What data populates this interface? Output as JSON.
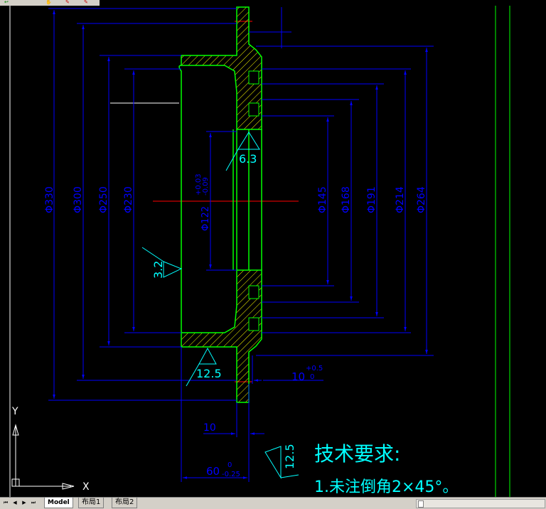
{
  "toolbar": {
    "icons": [
      "arrow-icon",
      "pan-icon",
      "match-icon",
      "match-prop-icon"
    ]
  },
  "tabs": [
    {
      "label": "Model",
      "active": true
    },
    {
      "label": "布局1",
      "active": false
    },
    {
      "label": "布局2",
      "active": false
    }
  ],
  "nav_buttons": [
    "⏮",
    "◀",
    "▶",
    "⏭"
  ],
  "ucs": {
    "x_label": "X",
    "y_label": "Y"
  },
  "dimensions": {
    "d330": "Φ330",
    "d300": "Φ300",
    "d250": "Φ250",
    "d230": "Φ230",
    "d122": "Φ122",
    "d122_tol_upper": "+0.03",
    "d122_tol_lower": "-0.09",
    "d145": "Φ145",
    "d168": "Φ168",
    "d191": "Φ191",
    "d214": "Φ214",
    "d264": "Φ264",
    "len10": "10",
    "len10_tol_upper": "+0.5",
    "len10_tol_lower": "0",
    "len10b": "10",
    "len60": "60",
    "len60_tol_upper": "0",
    "len60_tol_lower": "-0.25"
  },
  "roughness": {
    "r63": "6.3",
    "r32": "3.2",
    "r125a": "12.5",
    "r125b": "12.5"
  },
  "notes": {
    "title": "技术要求:",
    "line1": "1.未注倒角2×45°。"
  },
  "colors": {
    "background": "#000000",
    "part_outline": "#00ff00",
    "dimension": "#0000ff",
    "hatch": "#ffff00",
    "center_line": "#ff0000",
    "annotation": "#00ffff",
    "white_line": "#ffffff"
  }
}
